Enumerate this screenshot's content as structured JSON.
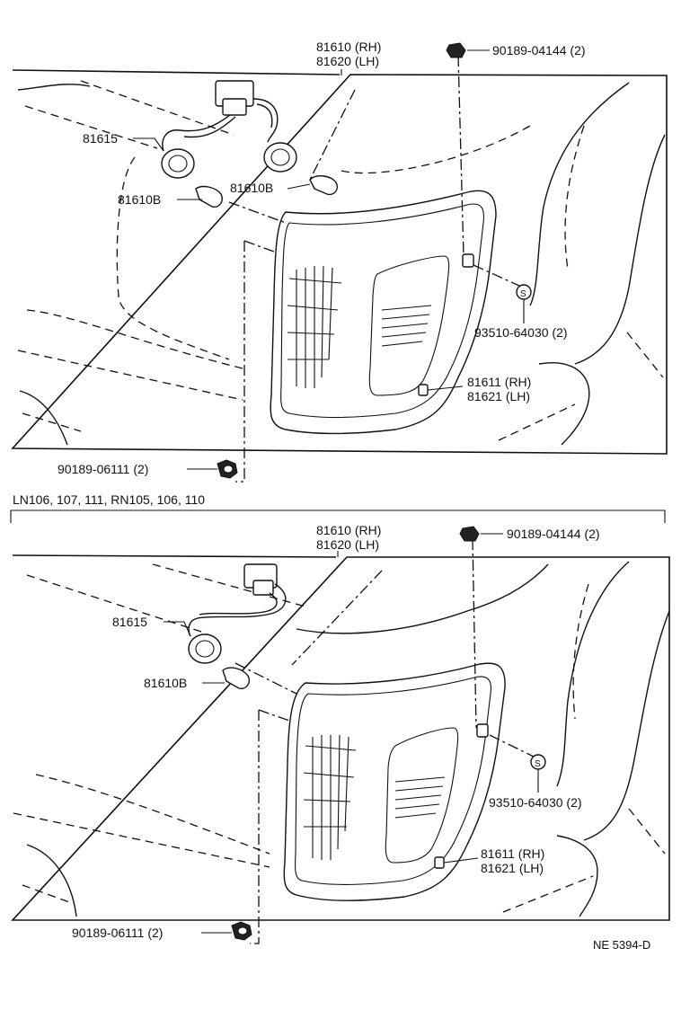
{
  "diagram_top": {
    "labels": {
      "housing": [
        "81610 (RH)",
        "81620 (LH)"
      ],
      "nut_top": "90189-04144 (2)",
      "socket": "81615",
      "bulb_right": "81610B",
      "bulb_left": "81610B",
      "screw_side": "93510-64030 (2)",
      "lens": [
        "81611 (RH)",
        "81621 (LH)"
      ],
      "nut_bottom": "90189-06111 (2)"
    }
  },
  "section_label": "LN106, 107, 111, RN105, 106, 110",
  "diagram_bottom": {
    "labels": {
      "housing": [
        "81610 (RH)",
        "81620 (LH)"
      ],
      "nut_top": "90189-04144 (2)",
      "socket": "81615",
      "bulb": "81610B",
      "screw_side": "93510-64030 (2)",
      "lens": [
        "81611 (RH)",
        "81621 (LH)"
      ],
      "nut_bottom": "90189-06111 (2)"
    }
  },
  "figure_code": "NE 5394-D"
}
